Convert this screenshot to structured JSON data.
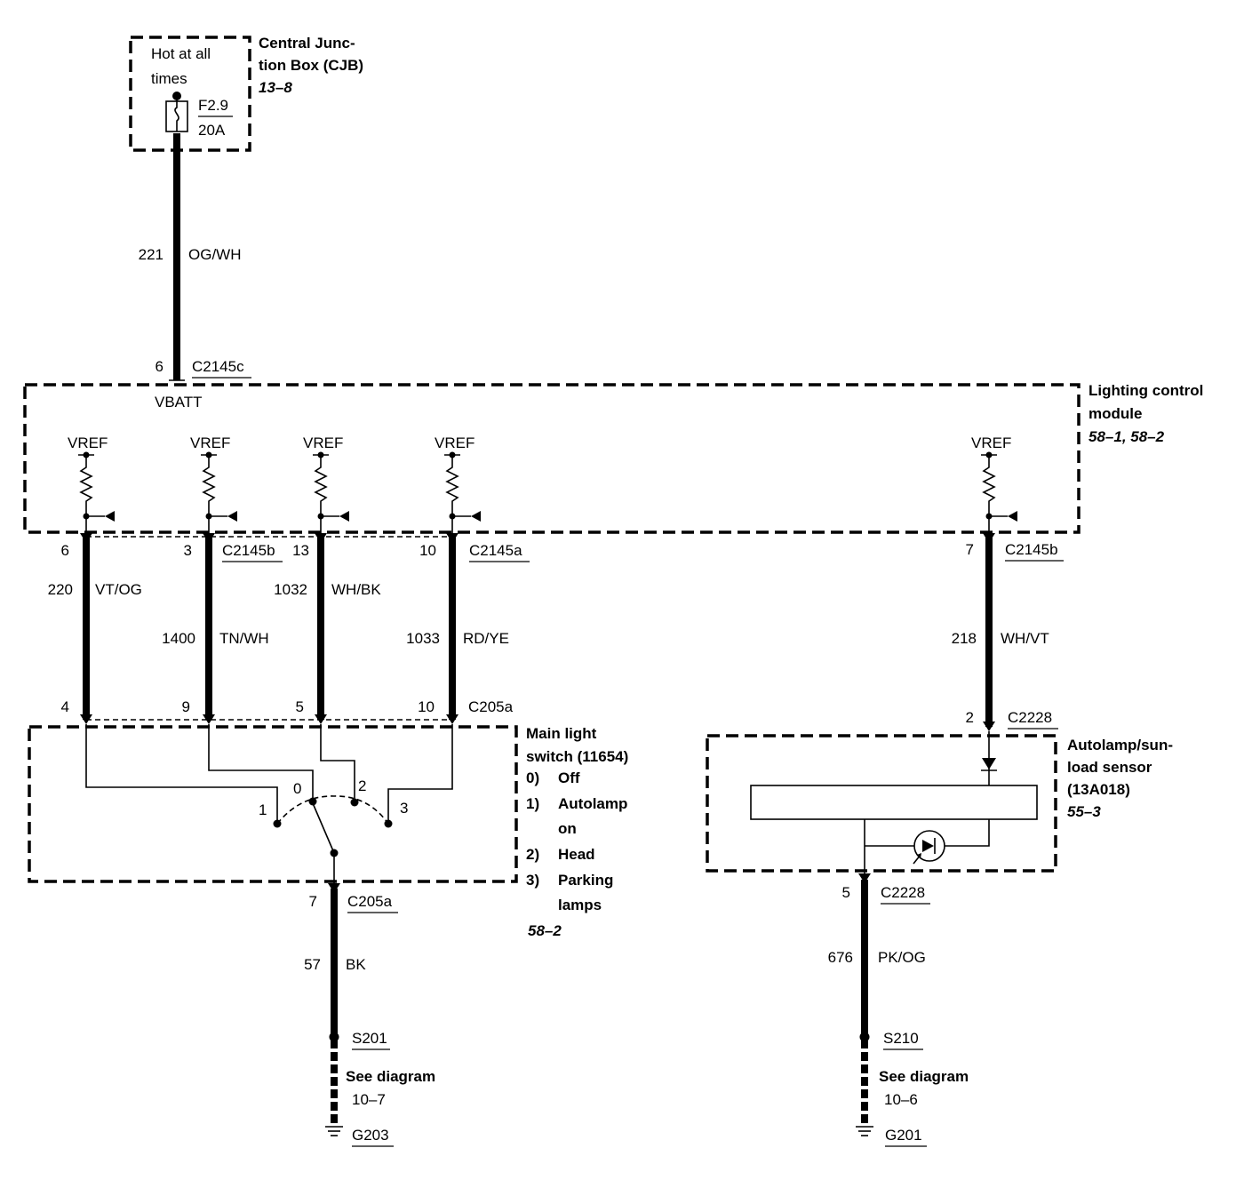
{
  "cjb": {
    "hot_line1": "Hot at all",
    "hot_line2": "times",
    "fuse": "F2.9",
    "fuse_rating": "20A",
    "name_line1": "Central Junc-",
    "name_line2": "tion Box (CJB)",
    "ref": "13–8"
  },
  "feed_wire": {
    "circuit": "221",
    "color": "OG/WH"
  },
  "lcm_input": {
    "pin": "6",
    "connector": "C2145c",
    "signal": "VBATT"
  },
  "lcm": {
    "name_line1": "Lighting control",
    "name_line2": "module",
    "ref": "58–1, 58–2",
    "vref": [
      "VREF",
      "VREF",
      "VREF",
      "VREF",
      "VREF"
    ]
  },
  "switch_wires": [
    {
      "lcm_pin": "6",
      "circuit": "220",
      "color": "VT/OG",
      "switch_pin": "4"
    },
    {
      "lcm_pin": "3",
      "circuit": "1400",
      "color": "TN/WH",
      "switch_pin": "9"
    },
    {
      "lcm_pin": "13",
      "circuit": "1032",
      "color": "WH/BK",
      "switch_pin": "5"
    },
    {
      "lcm_pin": "10",
      "circuit": "1033",
      "color": "RD/YE",
      "switch_pin": "10"
    }
  ],
  "lcm_connectors": {
    "b": "C2145b",
    "a": "C2145a"
  },
  "switch_connector": "C205a",
  "main_switch": {
    "name_line1": "Main light",
    "name_line2": "switch (11654)",
    "positions": [
      {
        "num": "0)",
        "label": "Off"
      },
      {
        "num": "1)",
        "label": "Autolamp"
      },
      {
        "num": "",
        "label": "on"
      },
      {
        "num": "2)",
        "label": "Head"
      },
      {
        "num": "3)",
        "label": "Parking"
      },
      {
        "num": "",
        "label": "lamps"
      }
    ],
    "ref": "58–2",
    "contacts": [
      "0",
      "1",
      "2",
      "3"
    ]
  },
  "switch_ground": {
    "pin": "7",
    "connector": "C205a",
    "circuit": "57",
    "color": "BK",
    "splice": "S201",
    "see_line1": "See diagram",
    "see_line2": "10–7",
    "ground": "G203"
  },
  "sensor_wire": {
    "lcm_pin": "7",
    "lcm_connector": "C2145b",
    "circuit": "218",
    "color": "WH/VT",
    "sensor_pin": "2",
    "sensor_connector": "C2228"
  },
  "sensor": {
    "name_line1": "Autolamp/sun-",
    "name_line2": "load sensor",
    "name_line3": "(13A018)",
    "ref": "55–3"
  },
  "sensor_ground": {
    "pin": "5",
    "connector": "C2228",
    "circuit": "676",
    "color": "PK/OG",
    "splice": "S210",
    "see_line1": "See diagram",
    "see_line2": "10–6",
    "ground": "G201"
  }
}
